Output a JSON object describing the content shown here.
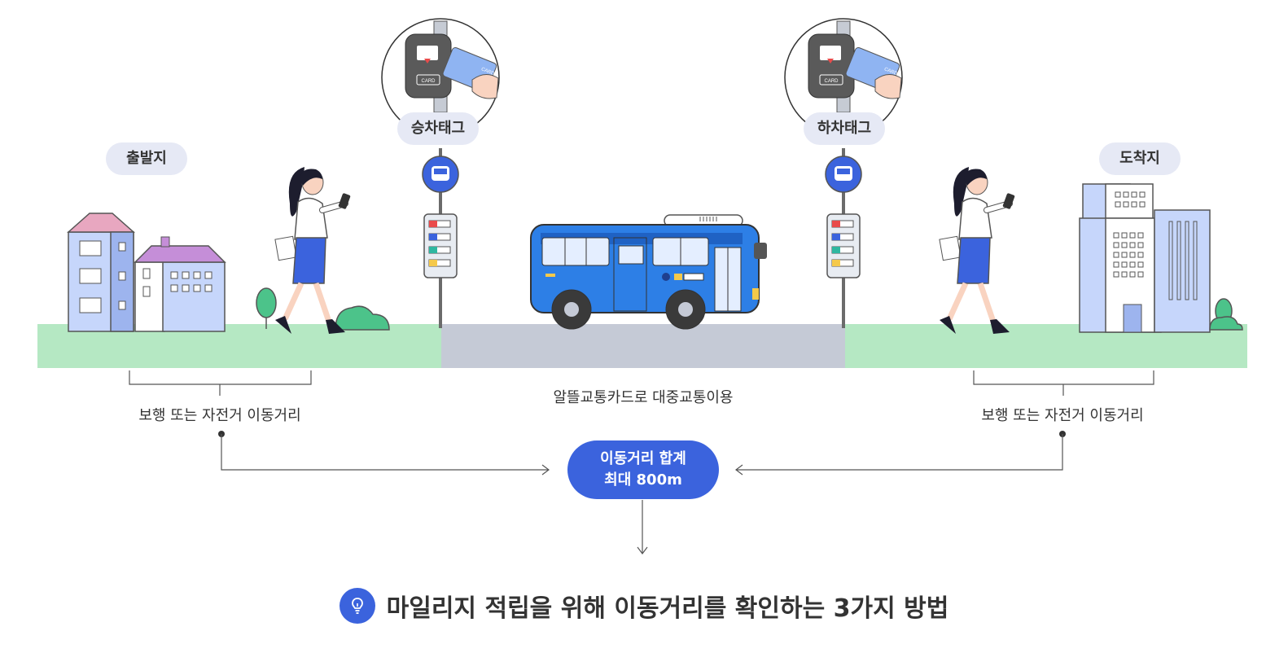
{
  "labels": {
    "origin": "출발지",
    "destination": "도착지",
    "board_tag": "승차태그",
    "alight_tag": "하차태그"
  },
  "captions": {
    "walk_left": "보행 또는 자전거 이동거리",
    "transit": "알뜰교통카드로 대중교통이용",
    "walk_right": "보행 또는 자전거 이동거리"
  },
  "total": {
    "line1": "이동거리 합계",
    "line2": "최대 800m"
  },
  "card_text": "CARD",
  "bottom_heading": "마일리지 적립을 위해 이동거리를 확인하는 3가지 방법",
  "colors": {
    "accent": "#3b63dd",
    "grass": "#b5e8c3",
    "road": "#c5cad6",
    "bus": "#2d7fe6",
    "pill_bg": "#e6e9f5",
    "building": "#c6d6fb",
    "roof": "#c58ed8"
  },
  "icons": [
    "bus-stop-icon",
    "card-reader-icon",
    "lightbulb-icon",
    "arrow-right-icon",
    "arrow-left-icon",
    "arrow-down-icon"
  ]
}
